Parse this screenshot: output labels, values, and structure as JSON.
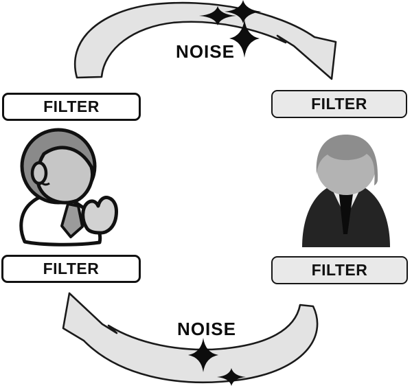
{
  "diagram": {
    "type": "communication-noise-filter-cycle",
    "background": "#ffffff",
    "noise_top": {
      "label": "NOISE",
      "sparkle_count": 3
    },
    "noise_bottom": {
      "label": "NOISE",
      "sparkle_count": 2
    },
    "filters": {
      "top_left": {
        "label": "FILTER",
        "fill": "#ffffff"
      },
      "top_right": {
        "label": "FILTER",
        "fill": "#e9e9e9"
      },
      "bottom_left": {
        "label": "FILTER",
        "fill": "#ffffff"
      },
      "bottom_right": {
        "label": "FILTER",
        "fill": "#e9e9e9"
      }
    },
    "actors": {
      "left": {
        "name": "speaker with raised hand",
        "style": "outlined cartoon"
      },
      "right": {
        "name": "businessperson in suit",
        "style": "flat silhouette"
      }
    },
    "arrows": {
      "top": {
        "direction": "left-to-right",
        "label": "NOISE"
      },
      "bottom": {
        "direction": "right-to-left",
        "label": "NOISE"
      }
    },
    "colors": {
      "arrow_fill": "#e3e3e3",
      "outline": "#1a1a1a",
      "text": "#111111",
      "sparkle": "#0d0d0d"
    }
  }
}
